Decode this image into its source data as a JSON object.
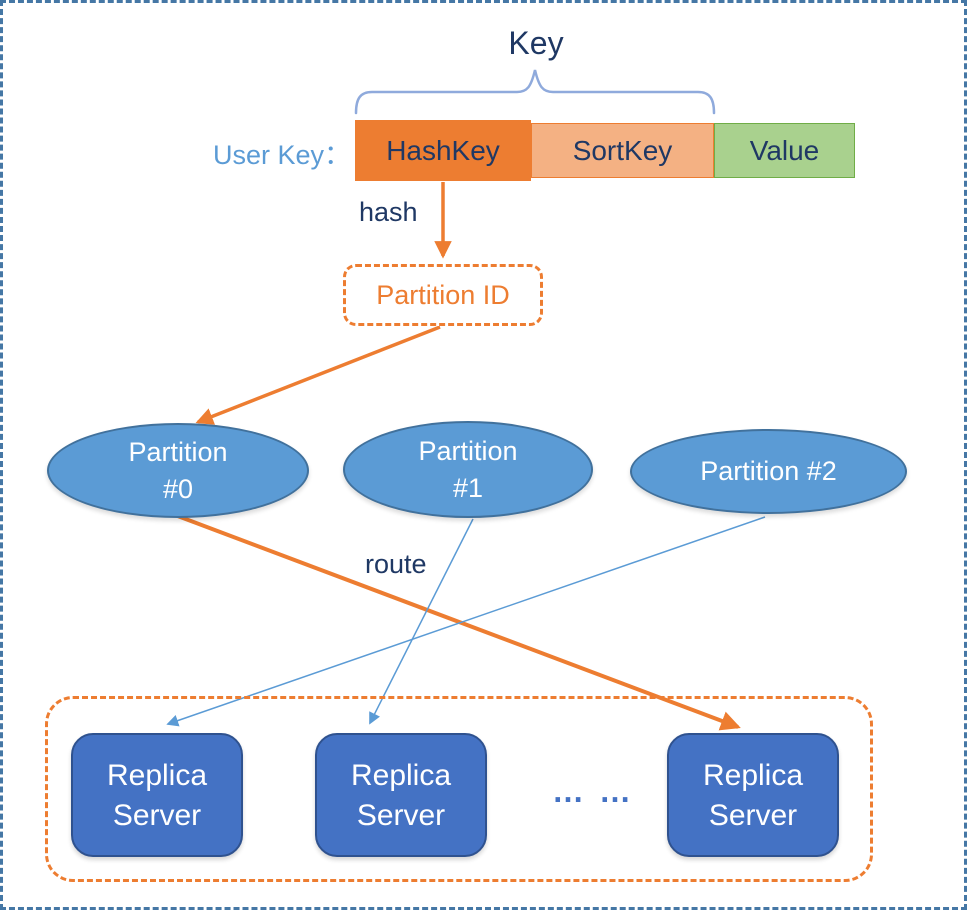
{
  "key_section": {
    "key_label": "Key",
    "user_key_label": "User Key：",
    "segments": [
      {
        "label": "HashKey"
      },
      {
        "label": "SortKey"
      },
      {
        "label": "Value"
      }
    ]
  },
  "labels": {
    "hash": "hash",
    "route": "route"
  },
  "partition_id": {
    "label": "Partition ID"
  },
  "partitions": [
    {
      "line1": "Partition",
      "line2": "#0"
    },
    {
      "line1": "Partition",
      "line2": "#1"
    },
    {
      "line1": "Partition #2",
      "line2": ""
    }
  ],
  "replicas": [
    {
      "line1": "Replica",
      "line2": "Server"
    },
    {
      "line1": "Replica",
      "line2": "Server"
    },
    {
      "line1": "Replica",
      "line2": "Server"
    }
  ],
  "dots": {
    "text": "… …"
  },
  "colors": {
    "accent_orange": "#ED7D31",
    "sortkey_fill": "#F4B183",
    "value_fill": "#A9D18E",
    "value_border": "#70AD47",
    "ellipse_fill": "#5B9BD5",
    "ellipse_border": "#41719C",
    "replica_fill": "#4472C4",
    "navy_text": "#1F3864",
    "light_blue_text": "#5B9BD5",
    "brace_blue": "#8FAADC",
    "outer_border_blue": "#4577A5"
  }
}
